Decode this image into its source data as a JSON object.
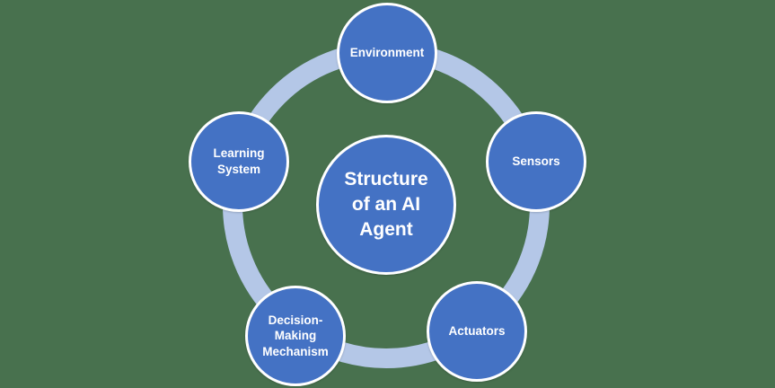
{
  "diagram": {
    "title": "Structure of an AI Agent",
    "type": "cycle",
    "center": {
      "label": "Structure of an AI Agent"
    },
    "nodes": [
      {
        "id": "environment",
        "label": "Environment",
        "position": "top"
      },
      {
        "id": "sensors",
        "label": "Sensors",
        "position": "right"
      },
      {
        "id": "actuators",
        "label": "Actuators",
        "position": "bottom-right"
      },
      {
        "id": "decision-making-mechanism",
        "label": "Decision-Making Mechanism",
        "position": "bottom-left"
      },
      {
        "id": "learning-system",
        "label": "Learning System",
        "position": "left"
      }
    ],
    "colors": {
      "node_fill": "#4472C4",
      "node_border": "#FFFFFF",
      "ring": "#B4C7E7",
      "background": "#48714E",
      "text": "#FFFFFF"
    }
  }
}
